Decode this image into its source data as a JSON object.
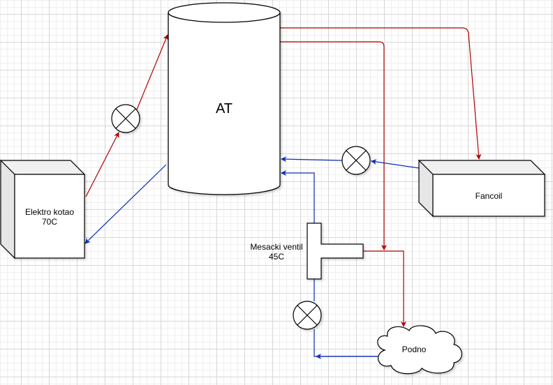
{
  "diagram": {
    "nodes": {
      "tank": {
        "label": "AT"
      },
      "boiler": {
        "label_line1": "Elektro kotao",
        "label_line2": "70C"
      },
      "fancoil": {
        "label": "Fancoil"
      },
      "mixing_valve": {
        "label_line1": "Mesacki ventil",
        "label_line2": "45C"
      },
      "floor": {
        "label": "Podno"
      }
    },
    "colors": {
      "supply": "#b20000",
      "return": "#0a2fb8",
      "stroke": "#000000"
    }
  }
}
